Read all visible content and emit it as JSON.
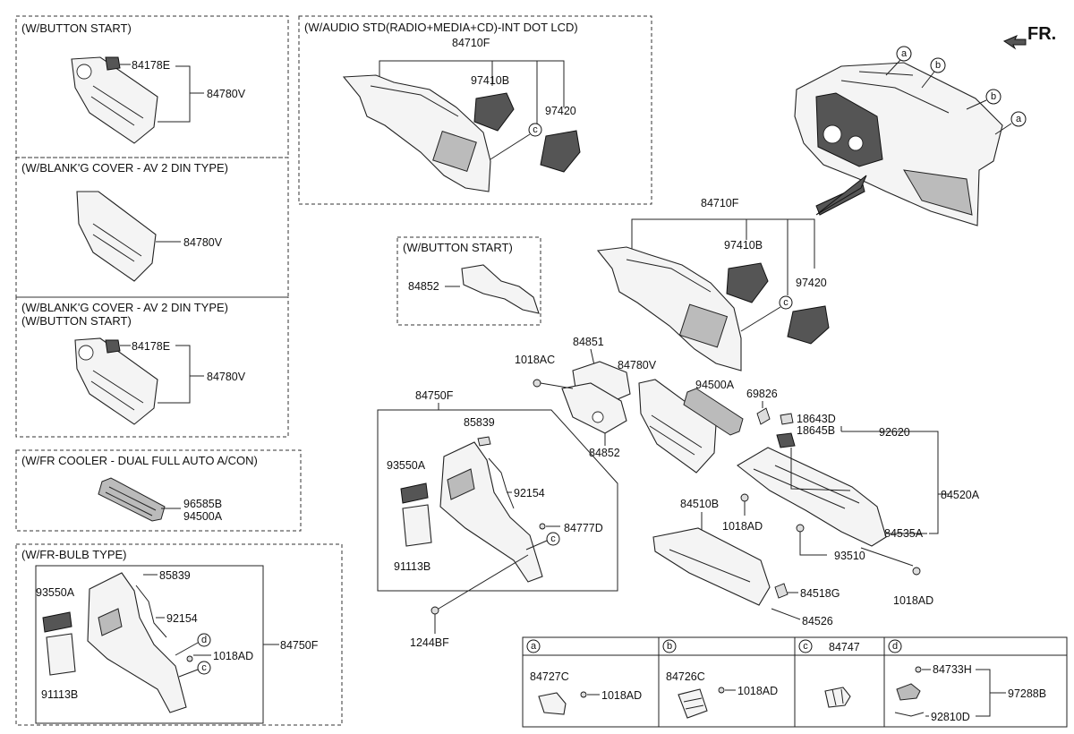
{
  "headers": {
    "button_start": "(W/BUTTON START)",
    "blanking_cover": "(W/BLANK'G COVER - AV 2 DIN TYPE)",
    "blanking_cover_button_line1": "(W/BLANK'G COVER - AV 2 DIN TYPE)",
    "blanking_cover_button_line2": "(W/BUTTON START)",
    "fr_cooler": "(W/FR COOLER - DUAL FULL AUTO A/CON)",
    "fr_bulb": "(W/FR-BULB TYPE)",
    "audio_std": "(W/AUDIO STD(RADIO+MEDIA+CD)-INT DOT LCD)",
    "button_start_mid": "(W/BUTTON START)"
  },
  "direction_label": "FR.",
  "callouts": {
    "a": "a",
    "b": "b",
    "c": "c",
    "d": "d"
  },
  "parts": {
    "p84178E": "84178E",
    "p84780V": "84780V",
    "p96585B": "96585B",
    "p94500A": "94500A",
    "p85839": "85839",
    "p93550A": "93550A",
    "p92154": "92154",
    "p1018AD": "1018AD",
    "p91113B": "91113B",
    "p84750F": "84750F",
    "p84710F": "84710F",
    "p97410B": "97410B",
    "p97420": "97420",
    "p84852": "84852",
    "p84851": "84851",
    "p1018AC": "1018AC",
    "p69826": "69826",
    "p18643D": "18643D",
    "p18645B": "18645B",
    "p92620": "92620",
    "p84520A": "84520A",
    "p84535A": "84535A",
    "p93510": "93510",
    "p84510B": "84510B",
    "p84518G": "84518G",
    "p84526": "84526",
    "p84777D": "84777D",
    "p1244BF": "1244BF",
    "p84727C": "84727C",
    "p84726C": "84726C",
    "p84747": "84747",
    "p84733H": "84733H",
    "p97288B": "97288B",
    "p92810D": "92810D"
  }
}
